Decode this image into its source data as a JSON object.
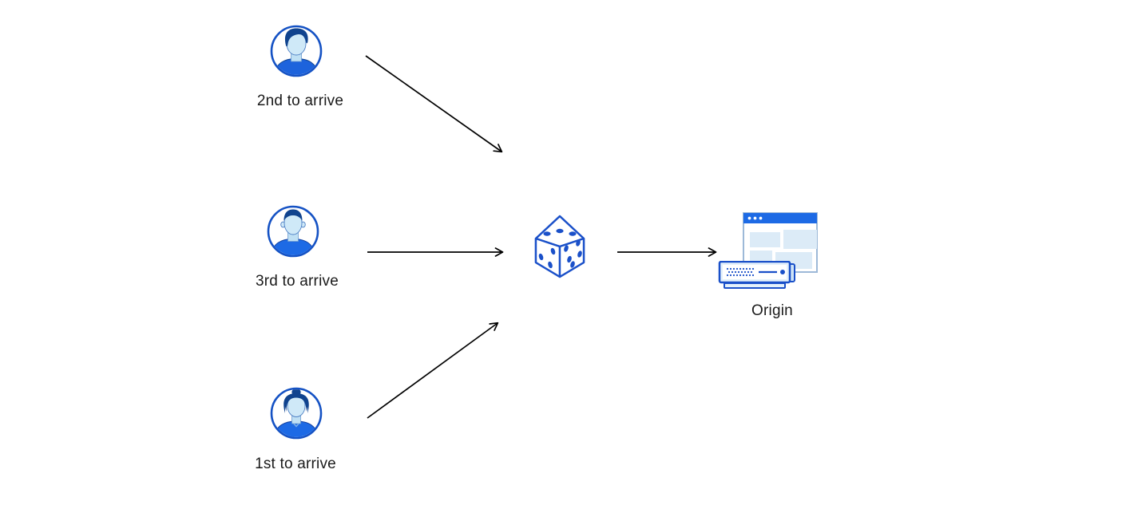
{
  "page": {
    "background": "#ffffff"
  },
  "diagram": {
    "clients": [
      {
        "label": "2nd to arrive",
        "icon": "user-avatar-male-quiff-icon"
      },
      {
        "label": "3rd to arrive",
        "icon": "user-avatar-male-icon"
      },
      {
        "label": "1st to arrive",
        "icon": "user-avatar-female-icon"
      }
    ],
    "selector": {
      "icon": "dice-icon"
    },
    "origin": {
      "label": "Origin",
      "icon": "origin-server-icon"
    },
    "colors": {
      "outline_blue": "#1a50c9",
      "accent_blue": "#1d6ae5",
      "skin_light_blue": "#cfe9f8",
      "hair_navy": "#10438e",
      "panel_light_blue": "#dcebf7",
      "window_border": "#9db9d8",
      "arrow_black": "#000000"
    }
  }
}
